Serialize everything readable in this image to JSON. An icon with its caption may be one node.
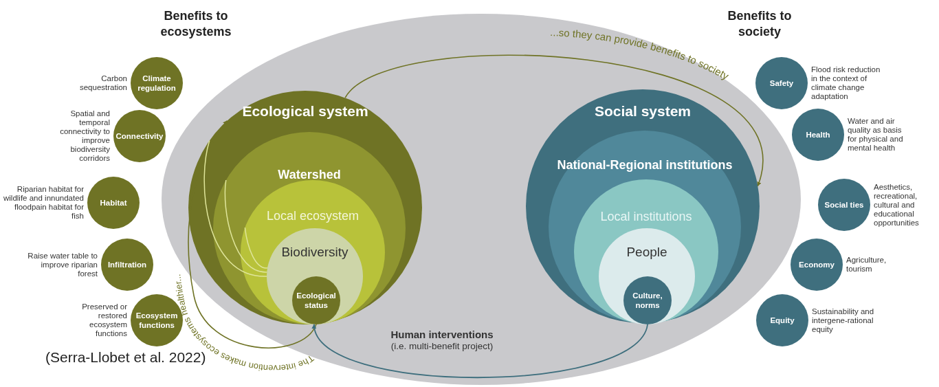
{
  "diagram": {
    "caption": "(Serra-Llobet et al. 2022)",
    "nodes": [
      {
        "text": [],
        "shape": "ellipse"
      },
      {
        "text": [
          "Ecological system"
        ],
        "in": 0
      },
      {
        "text": [
          "Watershed"
        ],
        "in": 1
      },
      {
        "text": [
          "Local ecosystem"
        ],
        "in": 2
      },
      {
        "text": [
          "Biodiversity"
        ],
        "in": 3
      },
      {
        "text": [
          "Ecological status"
        ],
        "in": 4
      },
      {
        "text": [
          "Social system"
        ],
        "in": 0
      },
      {
        "text": [
          "National-Regional institutions"
        ],
        "in": 6
      },
      {
        "text": [
          "Local institutions"
        ],
        "in": 7
      },
      {
        "text": [
          "People"
        ],
        "in": 8
      },
      {
        "text": [
          "Culture, norms"
        ],
        "in": 9
      },
      {
        "text": [
          "Climate regulation"
        ],
        "beside": [
          "Carbon sequestration"
        ]
      },
      {
        "text": [
          "Connectivity"
        ],
        "beside": [
          "Spatial and temporal connectivity to improve biodiversity corridors"
        ]
      },
      {
        "text": [
          "Habitat"
        ],
        "beside": [
          "Riparian habitat for wildlife and innundated floodpain habitat for fish"
        ]
      },
      {
        "text": [
          "Infiltration"
        ],
        "beside": [
          "Raise water table to improve riparian forest"
        ]
      },
      {
        "text": [
          "Ecosystem functions"
        ],
        "beside": [
          "Preserved or restored ecosystem functions"
        ]
      },
      {
        "text": [
          "Safety"
        ],
        "beside": [
          "Flood risk reduction in the context of climate change adaptation"
        ]
      },
      {
        "text": [
          "Health"
        ],
        "beside": [
          "Water and air quality as basis for physical and mental health"
        ]
      },
      {
        "text": [
          "Social ties"
        ],
        "beside": [
          "Aesthetics, recreational, cultural and educational opportunities"
        ]
      },
      {
        "text": [
          "Economy"
        ],
        "beside": [
          "Agriculture, tourism"
        ]
      },
      {
        "text": [
          "Equity"
        ],
        "beside": [
          "Sustainability and intergene-rational equity"
        ]
      }
    ],
    "edges": [
      {
        "from": 5,
        "to": 1,
        "arrow": "to",
        "label": "The intervention makes ecosystems healthier...",
        "color": "#6f7325"
      },
      {
        "from": 1,
        "to": 6,
        "arrow": "to",
        "label": "...so they can provide benefits to society",
        "color": "#6f7325"
      },
      {
        "from": 10,
        "to": 5,
        "arrow": "to",
        "label": "**Human interventions** (i.e. multi-benefit project)",
        "color": "#3d6e7d"
      },
      {
        "from": 4,
        "to": 3,
        "arrow": "none",
        "color": "#dfe59a"
      },
      {
        "from": 4,
        "to": 2,
        "arrow": "none",
        "color": "#dfe59a"
      },
      {
        "from": 4,
        "to": 1,
        "arrow": "none",
        "color": "#dfe59a"
      }
    ],
    "labels": [
      "Benefits to ecosystems",
      "Benefits to society"
    ]
  }
}
